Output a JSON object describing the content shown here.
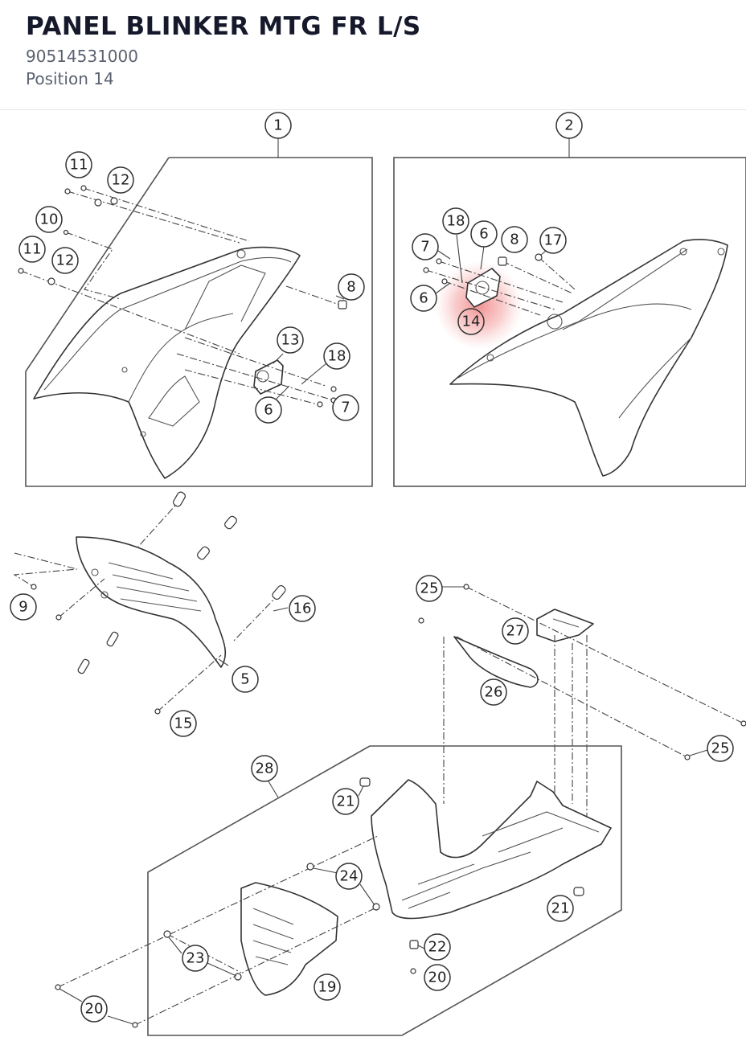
{
  "header": {
    "title": "PANEL BLINKER MTG FR L/S",
    "part_number": "90514531000",
    "position_label": "Position 14"
  },
  "highlight": {
    "color": "#f2a0a0",
    "position": "14"
  },
  "diagram": {
    "callouts": {
      "g1": "1",
      "g2": "2",
      "c11a": "11",
      "c12a": "12",
      "c10": "10",
      "c11b": "11",
      "c12b": "12",
      "c8a": "8",
      "c13": "13",
      "c18a": "18",
      "c6a": "6",
      "c7a": "7",
      "c18b": "18",
      "c6b": "6",
      "c8b": "8",
      "c17": "17",
      "c7b": "7",
      "c6c": "6",
      "c14": "14",
      "c9": "9",
      "c16": "16",
      "c5": "5",
      "c15": "15",
      "c25a": "25",
      "c27": "27",
      "c26": "26",
      "c25b": "25",
      "c28": "28",
      "c21a": "21",
      "c24": "24",
      "c21b": "21",
      "c22": "22",
      "c20a": "20",
      "c23": "23",
      "c19": "19",
      "c20b": "20"
    }
  }
}
